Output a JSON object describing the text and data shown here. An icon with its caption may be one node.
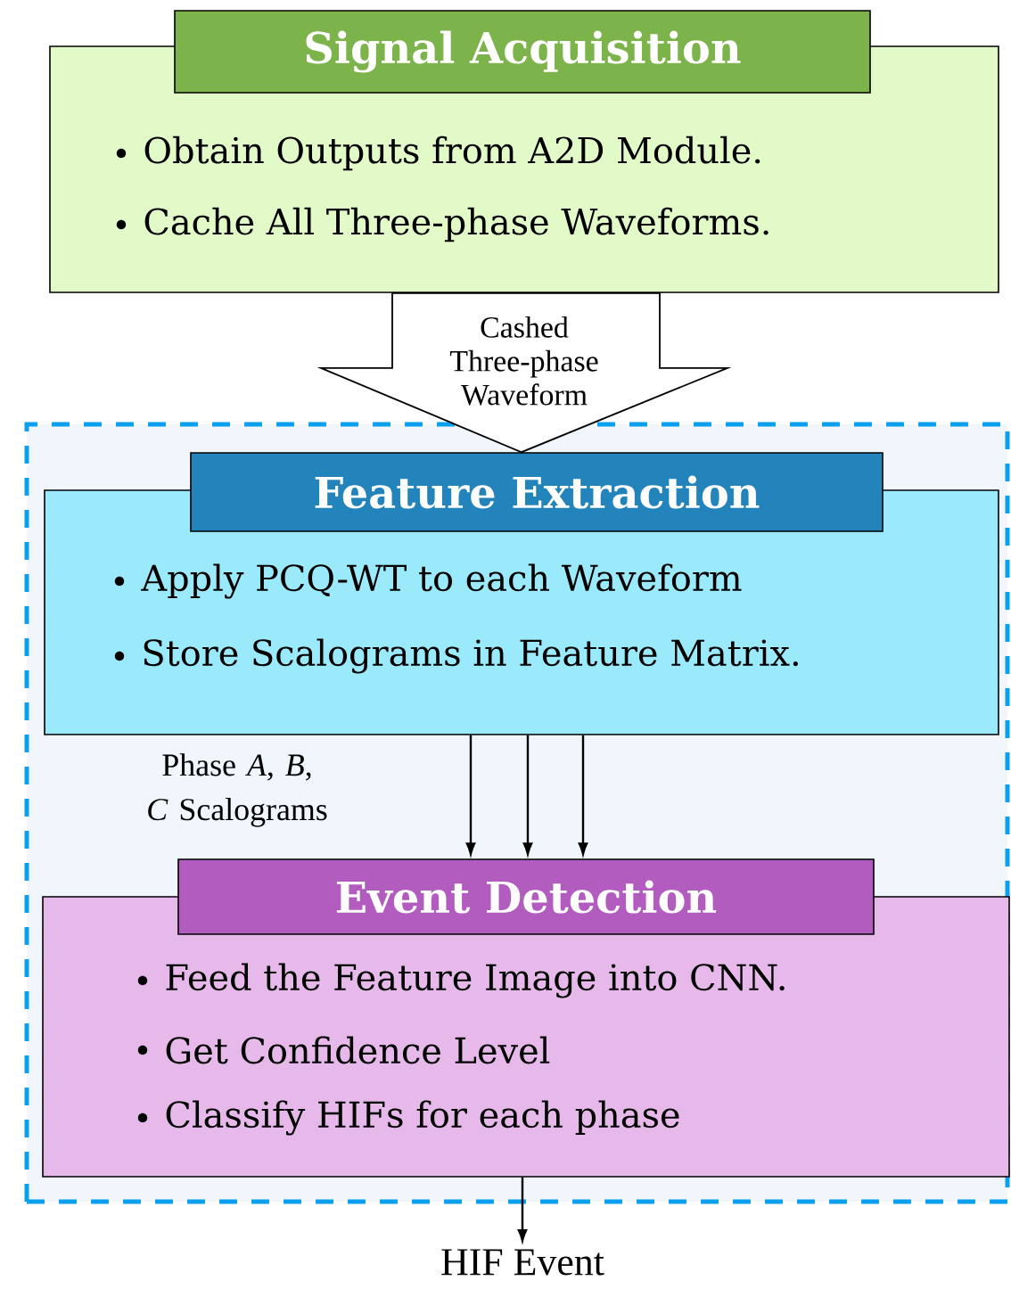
{
  "diagram": {
    "nodes": [
      {
        "text": [
          "Signal Acquisition",
          "Obtain Outputs from A2D Module.",
          "Cache All Three-phase Waveforms."
        ]
      },
      {
        "text": [],
        "shape": "box"
      },
      {
        "text": [
          "Feature Extraction",
          "Apply PCQ-WT to each Waveform",
          "Store Scalograms in Feature Matrix."
        ],
        "in": 1
      },
      {
        "text": [
          "Event Detection",
          "Feed the Feature Image into CNN.",
          "Get Confidence Level",
          "Classify HIFs for each phase"
        ],
        "in": 1
      },
      {
        "text": [
          "HIF Event"
        ]
      }
    ],
    "edges": [
      {
        "from": 0,
        "to": 2,
        "arrow": "to",
        "label": "Cashed Three-phase Waveform"
      },
      {
        "from": 2,
        "to": 3,
        "arrow": "to",
        "label": "Phase *A*, *B*, *C* Scalograms"
      },
      {
        "from": 2,
        "to": 3,
        "arrow": "to"
      },
      {
        "from": 2,
        "to": 3,
        "arrow": "to"
      },
      {
        "from": 3,
        "to": 4,
        "arrow": "to"
      }
    ]
  }
}
